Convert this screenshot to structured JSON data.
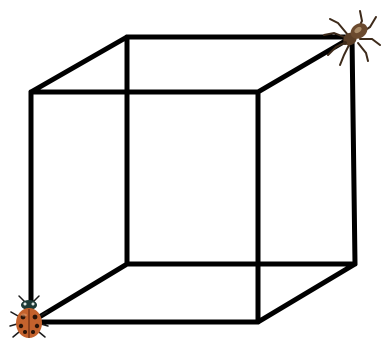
{
  "diagram": {
    "type": "wireframe-cube",
    "edge_color": "#000000",
    "background_color": "#ffffff",
    "insects": [
      {
        "name": "ladybug",
        "corner": "front-bottom-left",
        "shell_color": "#c4622d",
        "spot_color": "#2b1408",
        "head_color": "#1d3a36"
      },
      {
        "name": "spider",
        "corner": "back-top-right",
        "body_color": "#6b4a2e",
        "leg_color": "#3d2a1a"
      }
    ]
  }
}
